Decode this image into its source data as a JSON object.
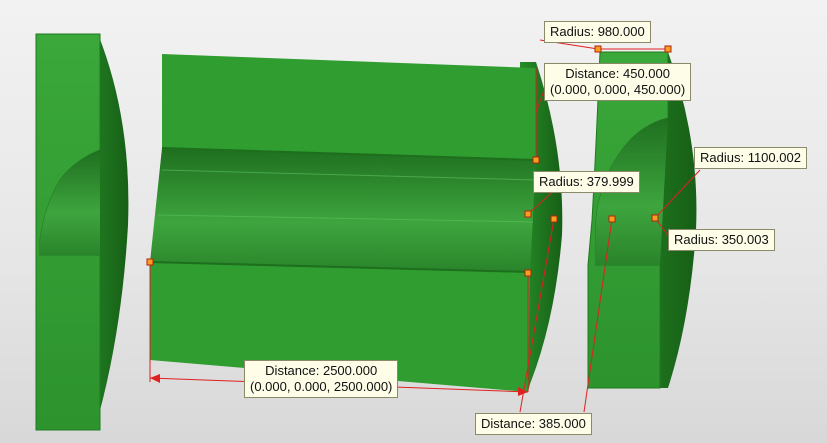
{
  "viewport": {
    "background": "#ebebeb"
  },
  "model": {
    "body_color": "#2f9a2f",
    "edge_color": "#1d6e1d",
    "shade_color": "#1f7f1f"
  },
  "annotations": {
    "color": "#e02020",
    "radius_980": "Radius: 980.000",
    "distance_450": {
      "line1": "Distance: 450.000",
      "line2": "(0.000, 0.000, 450.000)"
    },
    "radius_1100": "Radius: 1100.002",
    "radius_380": "Radius: 379.999",
    "radius_350": "Radius: 350.003",
    "distance_2500": {
      "line1": "Distance: 2500.000",
      "line2": "(0.000, 0.000, 2500.000)"
    },
    "distance_385": "Distance: 385.000"
  }
}
